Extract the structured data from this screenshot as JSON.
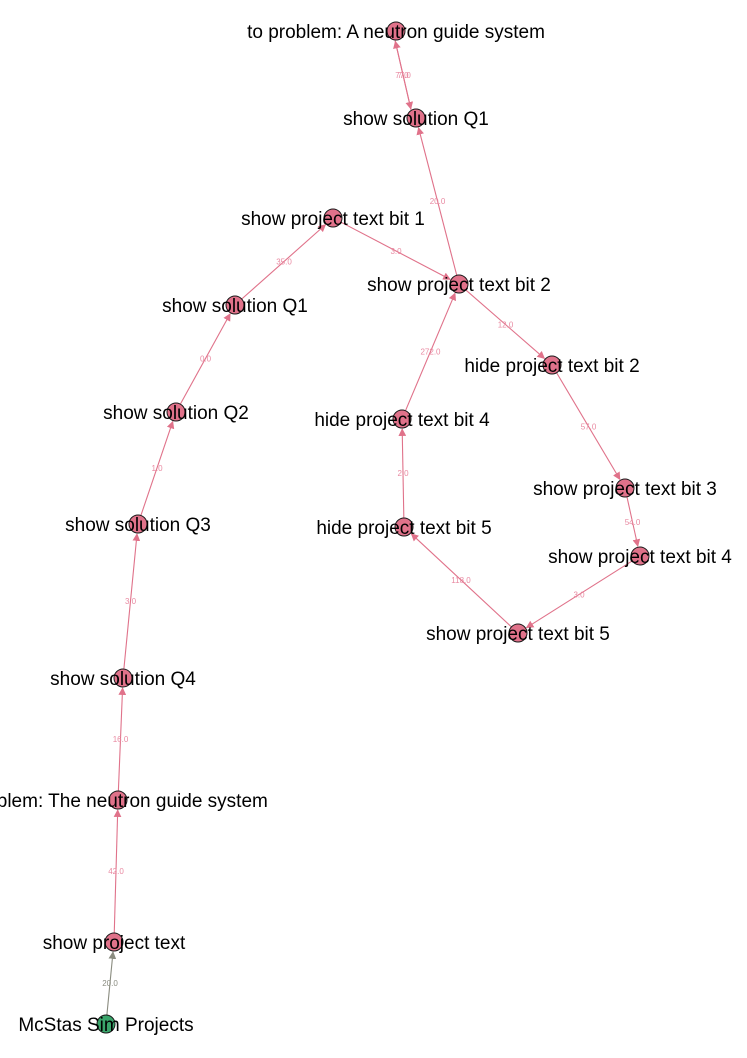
{
  "colors": {
    "node_default": "#e0728a",
    "node_start": "#3aa56b",
    "node_stroke": "#1a1a1a",
    "edge_default": "#e0728a",
    "edge_start": "#8a8c80",
    "edge_label_default": "#e98aa2",
    "edge_label_start": "#8a8c80"
  },
  "nodes": [
    {
      "id": "n_start",
      "label": "McStas Sim Projects",
      "type": "start"
    },
    {
      "id": "n_text",
      "label": "show project text"
    },
    {
      "id": "n_prob",
      "label": "to problem: The neutron guide system"
    },
    {
      "id": "n_q4",
      "label": "show solution Q4"
    },
    {
      "id": "n_q3",
      "label": "show solution Q3"
    },
    {
      "id": "n_q2",
      "label": "show solution Q2"
    },
    {
      "id": "n_q1a",
      "label": "show solution Q1"
    },
    {
      "id": "n_b1",
      "label": "show project text bit 1"
    },
    {
      "id": "n_b2",
      "label": "show project text bit 2"
    },
    {
      "id": "n_q1b",
      "label": "show solution Q1"
    },
    {
      "id": "n_probA",
      "label": "to problem: A neutron guide system"
    },
    {
      "id": "n_h2",
      "label": "hide  project text bit 2"
    },
    {
      "id": "n_b3",
      "label": "show project text bit 3"
    },
    {
      "id": "n_b4",
      "label": "show project text bit 4"
    },
    {
      "id": "n_b5",
      "label": "show project text bit 5"
    },
    {
      "id": "n_h5",
      "label": "hide project text bit 5"
    },
    {
      "id": "n_h4",
      "label": "hide project text bit 4"
    }
  ],
  "edges": [
    {
      "from": "n_start",
      "to": "n_text",
      "label": "20.0",
      "type": "start"
    },
    {
      "from": "n_text",
      "to": "n_prob",
      "label": "42.0"
    },
    {
      "from": "n_prob",
      "to": "n_q4",
      "label": "16.0"
    },
    {
      "from": "n_q4",
      "to": "n_q3",
      "label": "3.0"
    },
    {
      "from": "n_q3",
      "to": "n_q2",
      "label": "1.0"
    },
    {
      "from": "n_q2",
      "to": "n_q1a",
      "label": "0.0"
    },
    {
      "from": "n_q1a",
      "to": "n_b1",
      "label": "35.0"
    },
    {
      "from": "n_b1",
      "to": "n_b2",
      "label": "3.0"
    },
    {
      "from": "n_b2",
      "to": "n_q1b",
      "label": "20.0"
    },
    {
      "from": "n_q1b",
      "to": "n_probA",
      "label": "7.0"
    },
    {
      "from": "n_probA",
      "to": "n_q1b",
      "label": "77.0"
    },
    {
      "from": "n_b2",
      "to": "n_h2",
      "label": "12.0"
    },
    {
      "from": "n_h2",
      "to": "n_b3",
      "label": "57.0"
    },
    {
      "from": "n_b3",
      "to": "n_b4",
      "label": "54.0"
    },
    {
      "from": "n_b4",
      "to": "n_b5",
      "label": "3.0"
    },
    {
      "from": "n_b5",
      "to": "n_h5",
      "label": "118.0"
    },
    {
      "from": "n_h5",
      "to": "n_h4",
      "label": "2.0"
    },
    {
      "from": "n_h4",
      "to": "n_b2",
      "label": "272.0"
    }
  ]
}
